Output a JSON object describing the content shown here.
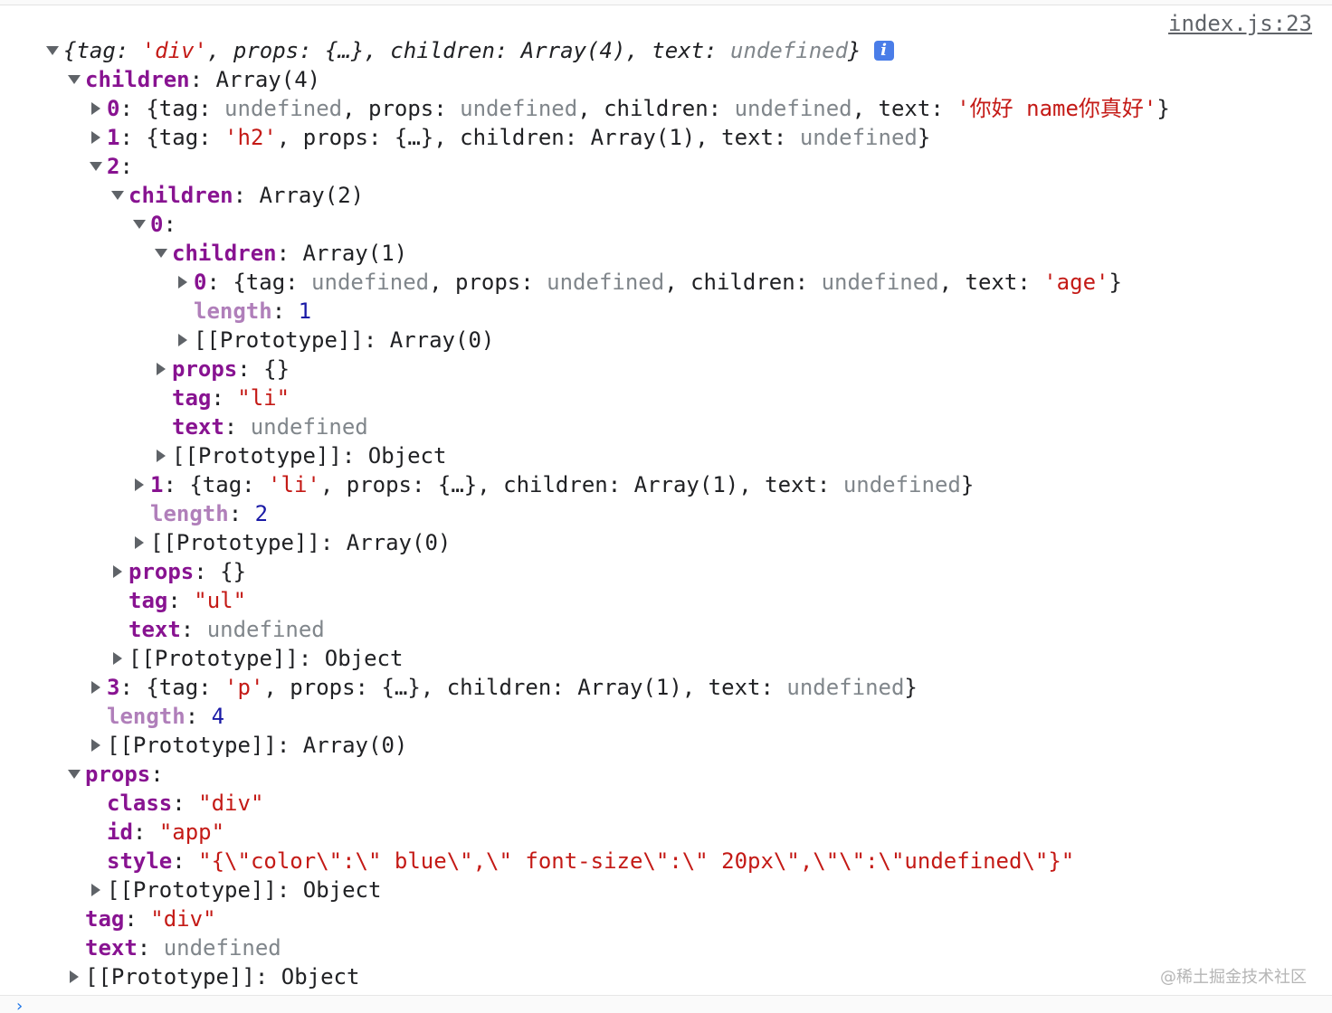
{
  "source_link": "index.js:23",
  "watermark": "@稀土掘金技术社区",
  "rows": [
    {
      "level": 0,
      "arrow": "open",
      "summary": true,
      "tokens": [
        {
          "t": "{",
          "c": "p"
        },
        {
          "t": "tag",
          "c": "p"
        },
        {
          "t": ": ",
          "c": "p"
        },
        {
          "t": "'div'",
          "c": "s"
        },
        {
          "t": ", ",
          "c": "p"
        },
        {
          "t": "props",
          "c": "p"
        },
        {
          "t": ": ",
          "c": "p"
        },
        {
          "t": "{…}",
          "c": "p"
        },
        {
          "t": ", ",
          "c": "p"
        },
        {
          "t": "children",
          "c": "p"
        },
        {
          "t": ": ",
          "c": "p"
        },
        {
          "t": "Array(4)",
          "c": "p"
        },
        {
          "t": ", ",
          "c": "p"
        },
        {
          "t": "text",
          "c": "p"
        },
        {
          "t": ": ",
          "c": "p"
        },
        {
          "t": "undefined",
          "c": "u"
        },
        {
          "t": "}",
          "c": "p"
        }
      ]
    },
    {
      "level": 1,
      "arrow": "open",
      "tokens": [
        {
          "t": "children",
          "c": "k"
        },
        {
          "t": ": Array(4)",
          "c": "p"
        }
      ]
    },
    {
      "level": 2,
      "arrow": "closed",
      "tokens": [
        {
          "t": "0",
          "c": "k"
        },
        {
          "t": ": {tag: ",
          "c": "p"
        },
        {
          "t": "undefined",
          "c": "u"
        },
        {
          "t": ", props: ",
          "c": "p"
        },
        {
          "t": "undefined",
          "c": "u"
        },
        {
          "t": ", children: ",
          "c": "p"
        },
        {
          "t": "undefined",
          "c": "u"
        },
        {
          "t": ", text: ",
          "c": "p"
        },
        {
          "t": "'你好 name你真好'",
          "c": "s"
        },
        {
          "t": "}",
          "c": "p"
        }
      ]
    },
    {
      "level": 2,
      "arrow": "closed",
      "tokens": [
        {
          "t": "1",
          "c": "k"
        },
        {
          "t": ": {tag: ",
          "c": "p"
        },
        {
          "t": "'h2'",
          "c": "s"
        },
        {
          "t": ", props: {…}, children: Array(1), text: ",
          "c": "p"
        },
        {
          "t": "undefined",
          "c": "u"
        },
        {
          "t": "}",
          "c": "p"
        }
      ]
    },
    {
      "level": 2,
      "arrow": "open",
      "tokens": [
        {
          "t": "2",
          "c": "k"
        },
        {
          "t": ":",
          "c": "p"
        }
      ]
    },
    {
      "level": 3,
      "arrow": "open",
      "tokens": [
        {
          "t": "children",
          "c": "k"
        },
        {
          "t": ": Array(2)",
          "c": "p"
        }
      ]
    },
    {
      "level": 4,
      "arrow": "open",
      "tokens": [
        {
          "t": "0",
          "c": "k"
        },
        {
          "t": ":",
          "c": "p"
        }
      ]
    },
    {
      "level": 5,
      "arrow": "open",
      "tokens": [
        {
          "t": "children",
          "c": "k"
        },
        {
          "t": ": Array(1)",
          "c": "p"
        }
      ]
    },
    {
      "level": 6,
      "arrow": "closed",
      "tokens": [
        {
          "t": "0",
          "c": "k"
        },
        {
          "t": ": {tag: ",
          "c": "p"
        },
        {
          "t": "undefined",
          "c": "u"
        },
        {
          "t": ", props: ",
          "c": "p"
        },
        {
          "t": "undefined",
          "c": "u"
        },
        {
          "t": ", children: ",
          "c": "p"
        },
        {
          "t": "undefined",
          "c": "u"
        },
        {
          "t": ", text: ",
          "c": "p"
        },
        {
          "t": "'age'",
          "c": "s"
        },
        {
          "t": "}",
          "c": "p"
        }
      ]
    },
    {
      "level": 6,
      "arrow": "none",
      "tokens": [
        {
          "t": "length",
          "c": "kd"
        },
        {
          "t": ": ",
          "c": "p"
        },
        {
          "t": "1",
          "c": "n"
        }
      ]
    },
    {
      "level": 6,
      "arrow": "closed",
      "tokens": [
        {
          "t": "[[Prototype]]",
          "c": "p"
        },
        {
          "t": ": Array(0)",
          "c": "p"
        }
      ]
    },
    {
      "level": 5,
      "arrow": "closed",
      "tokens": [
        {
          "t": "props",
          "c": "k"
        },
        {
          "t": ": {}",
          "c": "p"
        }
      ]
    },
    {
      "level": 5,
      "arrow": "none",
      "tokens": [
        {
          "t": "tag",
          "c": "k"
        },
        {
          "t": ": ",
          "c": "p"
        },
        {
          "t": "\"li\"",
          "c": "s"
        }
      ]
    },
    {
      "level": 5,
      "arrow": "none",
      "tokens": [
        {
          "t": "text",
          "c": "k"
        },
        {
          "t": ": ",
          "c": "p"
        },
        {
          "t": "undefined",
          "c": "u"
        }
      ]
    },
    {
      "level": 5,
      "arrow": "closed",
      "tokens": [
        {
          "t": "[[Prototype]]",
          "c": "p"
        },
        {
          "t": ": Object",
          "c": "p"
        }
      ]
    },
    {
      "level": 4,
      "arrow": "closed",
      "tokens": [
        {
          "t": "1",
          "c": "k"
        },
        {
          "t": ": {tag: ",
          "c": "p"
        },
        {
          "t": "'li'",
          "c": "s"
        },
        {
          "t": ", props: {…}, children: Array(1), text: ",
          "c": "p"
        },
        {
          "t": "undefined",
          "c": "u"
        },
        {
          "t": "}",
          "c": "p"
        }
      ]
    },
    {
      "level": 4,
      "arrow": "none",
      "tokens": [
        {
          "t": "length",
          "c": "kd"
        },
        {
          "t": ": ",
          "c": "p"
        },
        {
          "t": "2",
          "c": "n"
        }
      ]
    },
    {
      "level": 4,
      "arrow": "closed",
      "tokens": [
        {
          "t": "[[Prototype]]",
          "c": "p"
        },
        {
          "t": ": Array(0)",
          "c": "p"
        }
      ]
    },
    {
      "level": 3,
      "arrow": "closed",
      "tokens": [
        {
          "t": "props",
          "c": "k"
        },
        {
          "t": ": {}",
          "c": "p"
        }
      ]
    },
    {
      "level": 3,
      "arrow": "none",
      "tokens": [
        {
          "t": "tag",
          "c": "k"
        },
        {
          "t": ": ",
          "c": "p"
        },
        {
          "t": "\"ul\"",
          "c": "s"
        }
      ]
    },
    {
      "level": 3,
      "arrow": "none",
      "tokens": [
        {
          "t": "text",
          "c": "k"
        },
        {
          "t": ": ",
          "c": "p"
        },
        {
          "t": "undefined",
          "c": "u"
        }
      ]
    },
    {
      "level": 3,
      "arrow": "closed",
      "tokens": [
        {
          "t": "[[Prototype]]",
          "c": "p"
        },
        {
          "t": ": Object",
          "c": "p"
        }
      ]
    },
    {
      "level": 2,
      "arrow": "closed",
      "tokens": [
        {
          "t": "3",
          "c": "k"
        },
        {
          "t": ": {tag: ",
          "c": "p"
        },
        {
          "t": "'p'",
          "c": "s"
        },
        {
          "t": ", props: {…}, children: Array(1), text: ",
          "c": "p"
        },
        {
          "t": "undefined",
          "c": "u"
        },
        {
          "t": "}",
          "c": "p"
        }
      ]
    },
    {
      "level": 2,
      "arrow": "none",
      "tokens": [
        {
          "t": "length",
          "c": "kd"
        },
        {
          "t": ": ",
          "c": "p"
        },
        {
          "t": "4",
          "c": "n"
        }
      ]
    },
    {
      "level": 2,
      "arrow": "closed",
      "tokens": [
        {
          "t": "[[Prototype]]",
          "c": "p"
        },
        {
          "t": ": Array(0)",
          "c": "p"
        }
      ]
    },
    {
      "level": 1,
      "arrow": "open",
      "tokens": [
        {
          "t": "props",
          "c": "k"
        },
        {
          "t": ":",
          "c": "p"
        }
      ]
    },
    {
      "level": 2,
      "arrow": "none",
      "tokens": [
        {
          "t": "class",
          "c": "k"
        },
        {
          "t": ": ",
          "c": "p"
        },
        {
          "t": "\"div\"",
          "c": "s"
        }
      ]
    },
    {
      "level": 2,
      "arrow": "none",
      "tokens": [
        {
          "t": "id",
          "c": "k"
        },
        {
          "t": ": ",
          "c": "p"
        },
        {
          "t": "\"app\"",
          "c": "s"
        }
      ]
    },
    {
      "level": 2,
      "arrow": "none",
      "tokens": [
        {
          "t": "style",
          "c": "k"
        },
        {
          "t": ": ",
          "c": "p"
        },
        {
          "t": "\"{\\\"color\\\":\\\" blue\\\",\\\" font-size\\\":\\\" 20px\\\",\\\"\\\":\\\"undefined\\\"}\"",
          "c": "s"
        }
      ]
    },
    {
      "level": 2,
      "arrow": "closed",
      "tokens": [
        {
          "t": "[[Prototype]]",
          "c": "p"
        },
        {
          "t": ": Object",
          "c": "p"
        }
      ]
    },
    {
      "level": 1,
      "arrow": "none",
      "tokens": [
        {
          "t": "tag",
          "c": "k"
        },
        {
          "t": ": ",
          "c": "p"
        },
        {
          "t": "\"div\"",
          "c": "s"
        }
      ]
    },
    {
      "level": 1,
      "arrow": "none",
      "tokens": [
        {
          "t": "text",
          "c": "k"
        },
        {
          "t": ": ",
          "c": "p"
        },
        {
          "t": "undefined",
          "c": "u"
        }
      ]
    },
    {
      "level": 1,
      "arrow": "closed",
      "tokens": [
        {
          "t": "[[Prototype]]",
          "c": "p"
        },
        {
          "t": ": Object",
          "c": "p"
        }
      ]
    }
  ]
}
